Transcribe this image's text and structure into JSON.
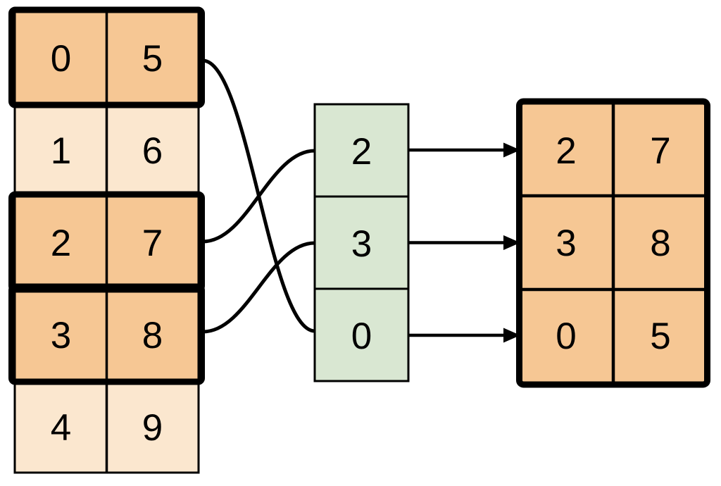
{
  "colors": {
    "highlight_fill": "#F6C794",
    "muted_fill": "#FBE7CF",
    "index_fill": "#D9E7D2",
    "stroke": "#000000",
    "background": "#FFFFFF"
  },
  "source_table": {
    "rows": [
      {
        "index": "0",
        "value": "5",
        "highlighted": true
      },
      {
        "index": "1",
        "value": "6",
        "highlighted": false
      },
      {
        "index": "2",
        "value": "7",
        "highlighted": true
      },
      {
        "index": "3",
        "value": "8",
        "highlighted": true
      },
      {
        "index": "4",
        "value": "9",
        "highlighted": false
      }
    ]
  },
  "index_column": {
    "values": [
      "2",
      "3",
      "0"
    ]
  },
  "result_table": {
    "rows": [
      {
        "index": "2",
        "value": "7"
      },
      {
        "index": "3",
        "value": "8"
      },
      {
        "index": "0",
        "value": "5"
      }
    ]
  },
  "connections": {
    "source_to_index_curves": [
      {
        "source_row_index": "0",
        "index_cell_value": "0"
      },
      {
        "source_row_index": "2",
        "index_cell_value": "2"
      },
      {
        "source_row_index": "3",
        "index_cell_value": "3"
      }
    ],
    "index_to_result_arrows": [
      {
        "index_cell_value": "2",
        "result_row": "2 7"
      },
      {
        "index_cell_value": "3",
        "result_row": "3 8"
      },
      {
        "index_cell_value": "0",
        "result_row": "0 5"
      }
    ]
  }
}
